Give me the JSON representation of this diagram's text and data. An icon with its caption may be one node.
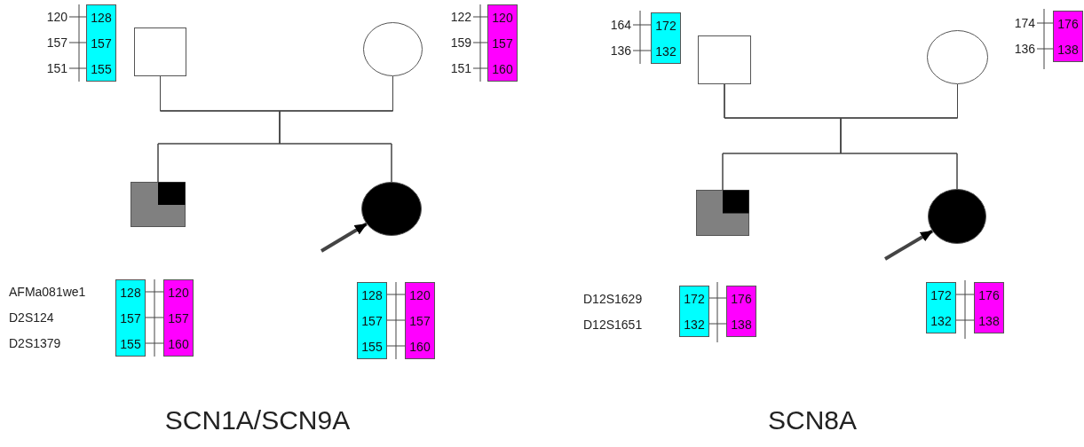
{
  "diagram": {
    "nodes": [
      {
        "text": [
          "128",
          "157",
          "155"
        ],
        "beside": [
          "120",
          "157",
          "151"
        ]
      },
      {
        "text": [],
        "shape": "box"
      },
      {
        "text": [],
        "shape": "circle"
      },
      {
        "text": [
          "120",
          "157",
          "160"
        ],
        "beside": [
          "122",
          "159",
          "151"
        ]
      },
      {
        "text": [],
        "shape": "box"
      },
      {
        "text": [],
        "shape": "circle"
      },
      {
        "text": [
          "128",
          "157",
          "155"
        ]
      },
      {
        "text": [
          "120",
          "157",
          "160"
        ]
      },
      {
        "text": [
          "128",
          "157",
          "155"
        ]
      },
      {
        "text": [
          "120",
          "157",
          "160"
        ]
      },
      {
        "text": [
          "172",
          "132"
        ],
        "beside": [
          "164",
          "136"
        ]
      },
      {
        "text": [],
        "shape": "box"
      },
      {
        "text": [],
        "shape": "circle"
      },
      {
        "text": [
          "176",
          "138"
        ],
        "beside": [
          "174",
          "136"
        ]
      },
      {
        "text": [],
        "shape": "box"
      },
      {
        "text": [],
        "shape": "circle"
      },
      {
        "text": [
          "172",
          "132"
        ]
      },
      {
        "text": [
          "176",
          "138"
        ]
      },
      {
        "text": [
          "172",
          "132"
        ]
      },
      {
        "text": [
          "176",
          "138"
        ]
      }
    ],
    "edges": [
      {
        "from": 1,
        "to": 2,
        "arrow": "none"
      },
      {
        "from": 1,
        "to": 4,
        "arrow": "none"
      },
      {
        "from": 1,
        "to": 5,
        "arrow": "none"
      },
      {
        "from": 2,
        "to": 4,
        "arrow": "none"
      },
      {
        "from": 2,
        "to": 5,
        "arrow": "none"
      },
      {
        "from": null,
        "to": 5,
        "arrow": "to",
        "style": "thick"
      },
      {
        "from": 11,
        "to": 12,
        "arrow": "none"
      },
      {
        "from": 11,
        "to": 14,
        "arrow": "none"
      },
      {
        "from": 11,
        "to": 15,
        "arrow": "none"
      },
      {
        "from": 12,
        "to": 14,
        "arrow": "none"
      },
      {
        "from": 12,
        "to": 15,
        "arrow": "none"
      },
      {
        "from": null,
        "to": 15,
        "arrow": "to",
        "style": "thick"
      },
      {
        "from": 6,
        "to": 7,
        "arrow": "none"
      },
      {
        "from": 6,
        "to": 7,
        "arrow": "none"
      },
      {
        "from": 6,
        "to": 7,
        "arrow": "none"
      },
      {
        "from": 8,
        "to": 9,
        "arrow": "none"
      },
      {
        "from": 8,
        "to": 9,
        "arrow": "none"
      },
      {
        "from": 8,
        "to": 9,
        "arrow": "none"
      },
      {
        "from": 16,
        "to": 17,
        "arrow": "none"
      },
      {
        "from": 16,
        "to": 17,
        "arrow": "none"
      },
      {
        "from": 18,
        "to": 19,
        "arrow": "none"
      },
      {
        "from": 18,
        "to": 19,
        "arrow": "none"
      }
    ],
    "labels": [
      "AFMa081we1",
      "D2S124",
      "D2S1379",
      "SCN1A/SCN9A",
      "D12S1629",
      "D12S1651",
      "SCN8A"
    ]
  }
}
